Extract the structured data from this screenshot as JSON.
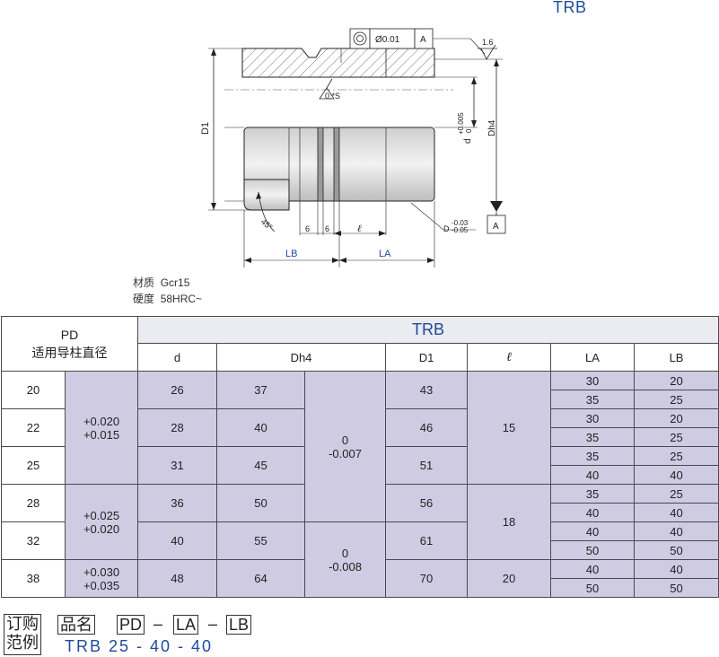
{
  "title": "TRB",
  "drawing": {
    "flatness_symbol": "◎",
    "flatness_value": "Ø0.01",
    "datum": "A",
    "roughness": "1.6",
    "surface_note": "0.*S",
    "dim_D1": "D1",
    "dim_d": "d",
    "dim_d_tol_upper": "+0.005",
    "dim_d_tol_lower": "0",
    "dim_Dh4": "Dh4",
    "dim_D": "D",
    "dim_D_tol_upper": "-0.03",
    "dim_D_tol_lower": "-0.05",
    "angle": "45°",
    "groove_1": "6",
    "groove_2": "6",
    "ell": "ℓ",
    "dim_LB": "LB",
    "dim_LA": "LA",
    "datum_bottom": "A"
  },
  "material": {
    "material_label": "材质",
    "material_value": "Gcr15",
    "hardness_label": "硬度",
    "hardness_value": "58HRC~"
  },
  "table": {
    "pd_title": "PD",
    "pd_sub": "适用导柱直径",
    "group_title": "TRB",
    "headers": [
      "d",
      "Dh4",
      "D1",
      "ℓ",
      "LA",
      "LB"
    ],
    "pd": [
      "20",
      "22",
      "25",
      "28",
      "32",
      "38"
    ],
    "pd_tol_1": [
      "+0.020",
      "+0.015"
    ],
    "pd_tol_2": [
      "+0.025",
      "+0.020"
    ],
    "pd_tol_3": [
      "+0.030",
      "+0.035"
    ],
    "d": [
      "26",
      "28",
      "31",
      "36",
      "40",
      "48"
    ],
    "dh4": [
      "37",
      "40",
      "45",
      "50",
      "55",
      "64"
    ],
    "dh4_tol_1": [
      "0",
      "-0.007"
    ],
    "dh4_tol_2": [
      "0",
      "-0.008"
    ],
    "d1": [
      "43",
      "46",
      "51",
      "56",
      "61",
      "70"
    ],
    "ell": [
      "15",
      "18",
      "20"
    ],
    "la": [
      "30",
      "35",
      "30",
      "35",
      "35",
      "40",
      "35",
      "40",
      "40",
      "50",
      "40",
      "50"
    ],
    "lb": [
      "20",
      "25",
      "20",
      "25",
      "25",
      "40",
      "25",
      "40",
      "40",
      "50",
      "40",
      "50"
    ]
  },
  "order": {
    "label_1": "订购",
    "label_2": "范例",
    "name_box": "品名",
    "box_pd": "PD",
    "box_la": "LA",
    "box_lb": "LB",
    "dash": "–",
    "example": "TRB  25  -  40  -  40"
  }
}
